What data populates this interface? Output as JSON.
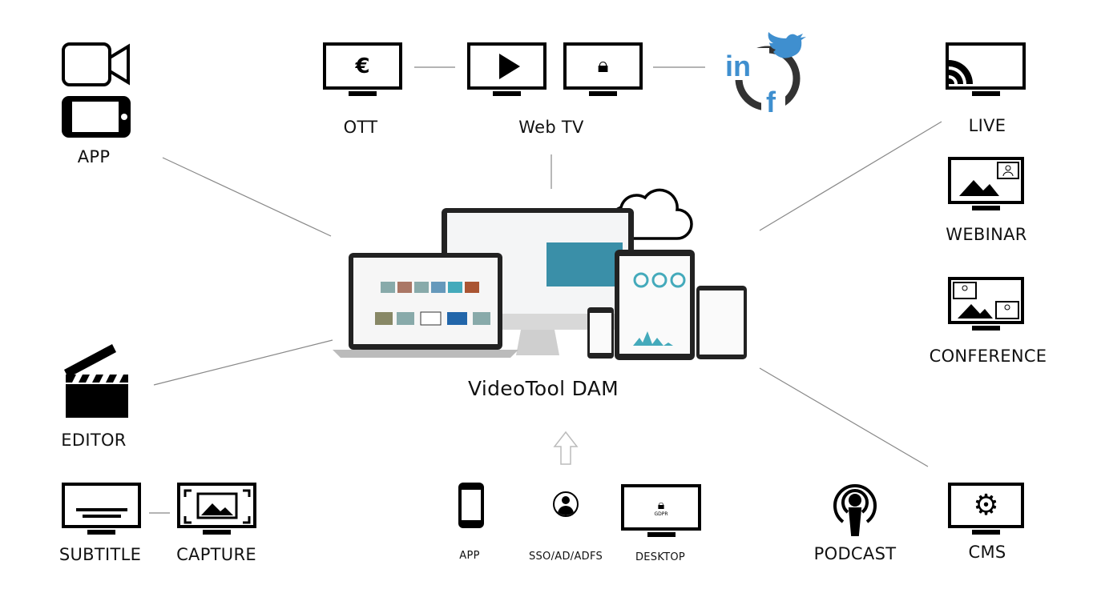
{
  "nodes": {
    "app": "APP",
    "ott": "OTT",
    "ott_symbol": "€",
    "webtv": "Web TV",
    "live": "LIVE",
    "webinar": "WEBINAR",
    "conference": "CONFERENCE",
    "editor": "EDITOR",
    "subtitle": "SUBTITLE",
    "capture": "CAPTURE",
    "podcast": "PODCAST",
    "cms": "CMS"
  },
  "center": {
    "title": "VideoTool DAM"
  },
  "access": {
    "app": "APP",
    "sso": "SSO/AD/ADFS",
    "desktop": "DESKTOP",
    "gdpr": "GDPR"
  },
  "social": {
    "linkedin": "in",
    "facebook": "f",
    "color": "#3f8fcf",
    "ring_color": "#333333"
  },
  "icons": [
    "video-camera-icon",
    "smartphone-icon",
    "euro-icon",
    "play-icon",
    "lock-icon",
    "social-icon",
    "cast-icon",
    "webinar-icon",
    "conference-icon",
    "clapperboard-icon",
    "subtitle-icon",
    "capture-icon",
    "user-icon",
    "gdpr-icon",
    "podcast-icon",
    "gear-icon",
    "cloud-icon"
  ]
}
